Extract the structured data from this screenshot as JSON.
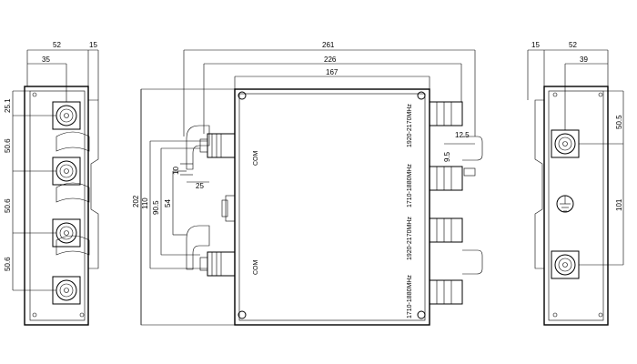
{
  "left_view": {
    "dims": {
      "top_width": "52",
      "top_small": "15",
      "connector_offset": "35",
      "first_pitch": "25.1",
      "pitch_1": "50.6",
      "pitch_2": "50.6",
      "pitch_3": "50.6"
    }
  },
  "front_view": {
    "dims": {
      "overall_width": "261",
      "mid_width": "226",
      "body_width": "167",
      "height": "202",
      "h_110": "110",
      "h_90_5": "90.5",
      "h_54": "54",
      "h_10": "10",
      "w_25": "25",
      "w_12_5": "12.5",
      "w_9_5": "9.5"
    },
    "labels": {
      "com_top": "COM",
      "com_bottom": "COM",
      "band_top_a": "1920-2170MHz",
      "band_top_b": "1710-1880MHz",
      "band_bot_a": "1920-2170MHz",
      "band_bot_b": "1710-1880MHz"
    }
  },
  "right_view": {
    "dims": {
      "top_small": "15",
      "top_width": "52",
      "connector_offset": "39",
      "pitch_top": "50.5",
      "pitch_main": "101"
    }
  }
}
